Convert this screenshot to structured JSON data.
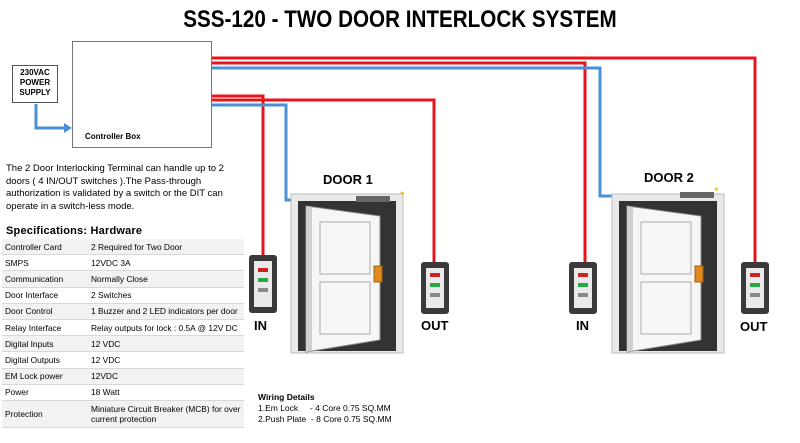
{
  "title": "SSS-120 - TWO DOOR INTERLOCK SYSTEM",
  "power_supply": {
    "line1": "230VAC",
    "line2": "POWER",
    "line3": "SUPPLY"
  },
  "controller_box": {
    "label": "Controller Box"
  },
  "description": "The 2 Door Interlocking Terminal can handle up to 2 doors ( 4 IN/OUT switches ).The Pass-through authorization is validated by a switch or the DIT can operate in a switch-less mode.",
  "specifications": {
    "title": "Specifications: Hardware",
    "rows": [
      {
        "key": "Controller Card",
        "value": "2 Required for Two Door"
      },
      {
        "key": "SMPS",
        "value": "12VDC 3A"
      },
      {
        "key": "Communication",
        "value": "Normally Close"
      },
      {
        "key": "Door Interface",
        "value": "2 Switches"
      },
      {
        "key": "Door Control",
        "value": "1 Buzzer and 2 LED indicators per door"
      },
      {
        "key": "Relay Interface",
        "value": "Relay outputs for lock : 0.5A @ 12V DC"
      },
      {
        "key": "Digital Inputs",
        "value": "12 VDC"
      },
      {
        "key": "Digital Outputs",
        "value": "12 VDC"
      },
      {
        "key": "EM Lock  power",
        "value": "12VDC"
      },
      {
        "key": "Power",
        "value": "18 Watt"
      },
      {
        "key": "Protection",
        "value": "Miniature Circuit Breaker (MCB) for over current protection"
      }
    ]
  },
  "wiring_details": {
    "title": "Wiring Details",
    "line1": "1.Em Lock     - 4 Core 0.75 SQ.MM",
    "line2": "2.Push Plate  - 8 Core 0.75 SQ.MM"
  },
  "doors": [
    {
      "label": "DOOR 1",
      "in_label": "IN",
      "out_label": "OUT"
    },
    {
      "label": "DOOR 2",
      "in_label": "IN",
      "out_label": "OUT"
    }
  ],
  "colors": {
    "red_wire": "#e8141b",
    "blue_wire": "#4a90d6",
    "door_frame": "#8a8a8a"
  }
}
